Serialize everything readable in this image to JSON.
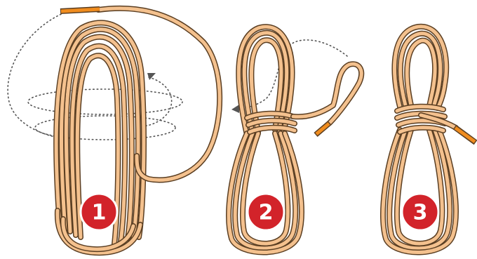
{
  "steps": [
    {
      "number": "1"
    },
    {
      "number": "2"
    },
    {
      "number": "3"
    }
  ],
  "colors": {
    "rope": "#f4c18e",
    "rope_outline": "#5a3e22",
    "rope_tip": "#f08c1e",
    "badge": "#d2232a",
    "badge_text": "#ffffff",
    "motion_path": "#555555"
  }
}
